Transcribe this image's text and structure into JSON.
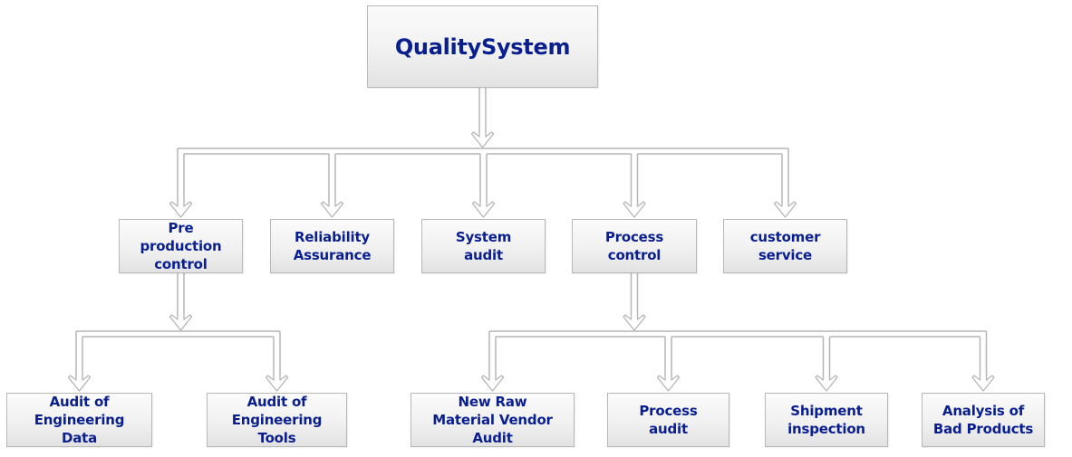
{
  "diagram": {
    "type": "org-chart",
    "root": {
      "id": "quality-system",
      "label": "QualitySystem"
    },
    "level1": [
      {
        "id": "pre-production-control",
        "label": "Pre\nproduction\ncontrol"
      },
      {
        "id": "reliability-assurance",
        "label": "Reliability\nAssurance"
      },
      {
        "id": "system-audit",
        "label": "System\naudit"
      },
      {
        "id": "process-control",
        "label": "Process\ncontrol"
      },
      {
        "id": "customer-service",
        "label": "customer\nservice"
      }
    ],
    "level2": [
      {
        "id": "audit-engineering-data",
        "label": "Audit of\nEngineering\nData",
        "parent": "pre-production-control"
      },
      {
        "id": "audit-engineering-tools",
        "label": "Audit of\nEngineering\nTools",
        "parent": "pre-production-control"
      },
      {
        "id": "new-raw-material-vendor-audit",
        "label": "New Raw\nMaterial Vendor\nAudit",
        "parent": "process-control"
      },
      {
        "id": "process-audit",
        "label": "Process\naudit",
        "parent": "process-control"
      },
      {
        "id": "shipment-inspection",
        "label": "Shipment\ninspection",
        "parent": "process-control"
      },
      {
        "id": "analysis-bad-products",
        "label": "Analysis of\nBad Products",
        "parent": "process-control"
      }
    ],
    "colors": {
      "text": "#0a1f8f",
      "box_border": "#b8b8b8",
      "connector": "#b5b5b5"
    }
  }
}
